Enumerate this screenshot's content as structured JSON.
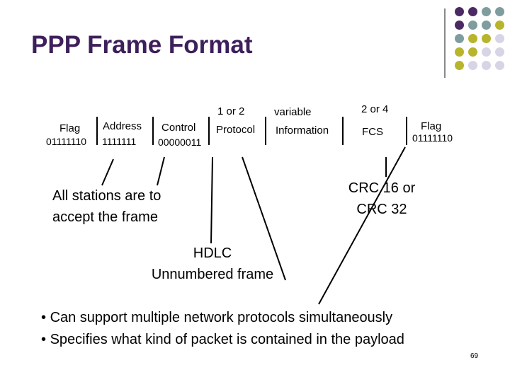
{
  "title": "PPP Frame Format",
  "colors": {
    "title": "#3d1f5b",
    "purple": "#4b2a63",
    "teal": "#7f9c9e",
    "olive": "#b7b52b",
    "lavender": "#d7d5e5"
  },
  "frame": {
    "sizes": {
      "protocol": "1 or 2",
      "information": "variable",
      "fcs": "2 or 4"
    },
    "fields": {
      "flag_start": {
        "name": "Flag",
        "value": "01111110"
      },
      "address": {
        "name": "Address",
        "value": "1111111"
      },
      "control": {
        "name": "Control",
        "value": "00000011"
      },
      "protocol": {
        "name": "Protocol"
      },
      "information": {
        "name": "Information"
      },
      "fcs": {
        "name": "FCS"
      },
      "flag_end": {
        "name": "Flag",
        "value": "01111110"
      }
    }
  },
  "callouts": {
    "stations": [
      "All stations are to",
      "accept the frame"
    ],
    "crc": [
      "CRC 16 or",
      "CRC 32"
    ],
    "hdlc": [
      "HDLC",
      "Unnumbered frame"
    ]
  },
  "bullets": [
    "Can support multiple network protocols simultaneously",
    "Specifies what kind of packet is contained in the payload"
  ],
  "page_number": "69"
}
